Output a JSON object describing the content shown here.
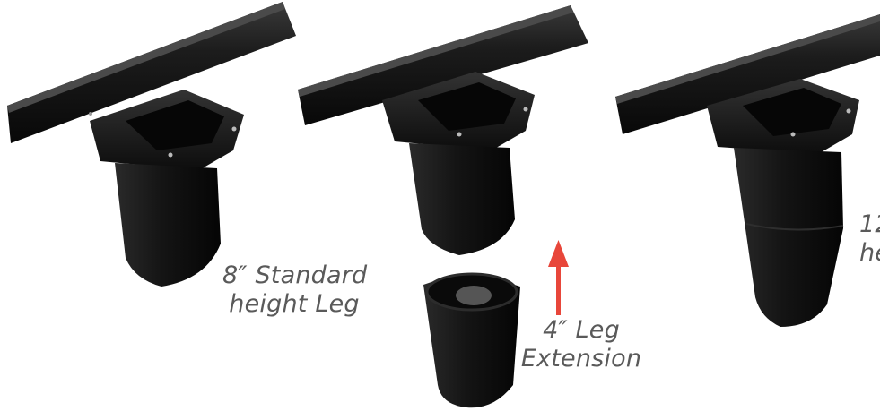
{
  "captions": {
    "standard_leg": [
      "8″ Standard",
      "height Leg"
    ],
    "extension": [
      "4″ Leg",
      "Extension"
    ],
    "tall_leg_partial": [
      "12",
      "he"
    ]
  },
  "colors": {
    "rail": "#1a1a1a",
    "leg": "#121212",
    "arrow": "#e8463a",
    "caption_text": "#5a5a5a"
  }
}
